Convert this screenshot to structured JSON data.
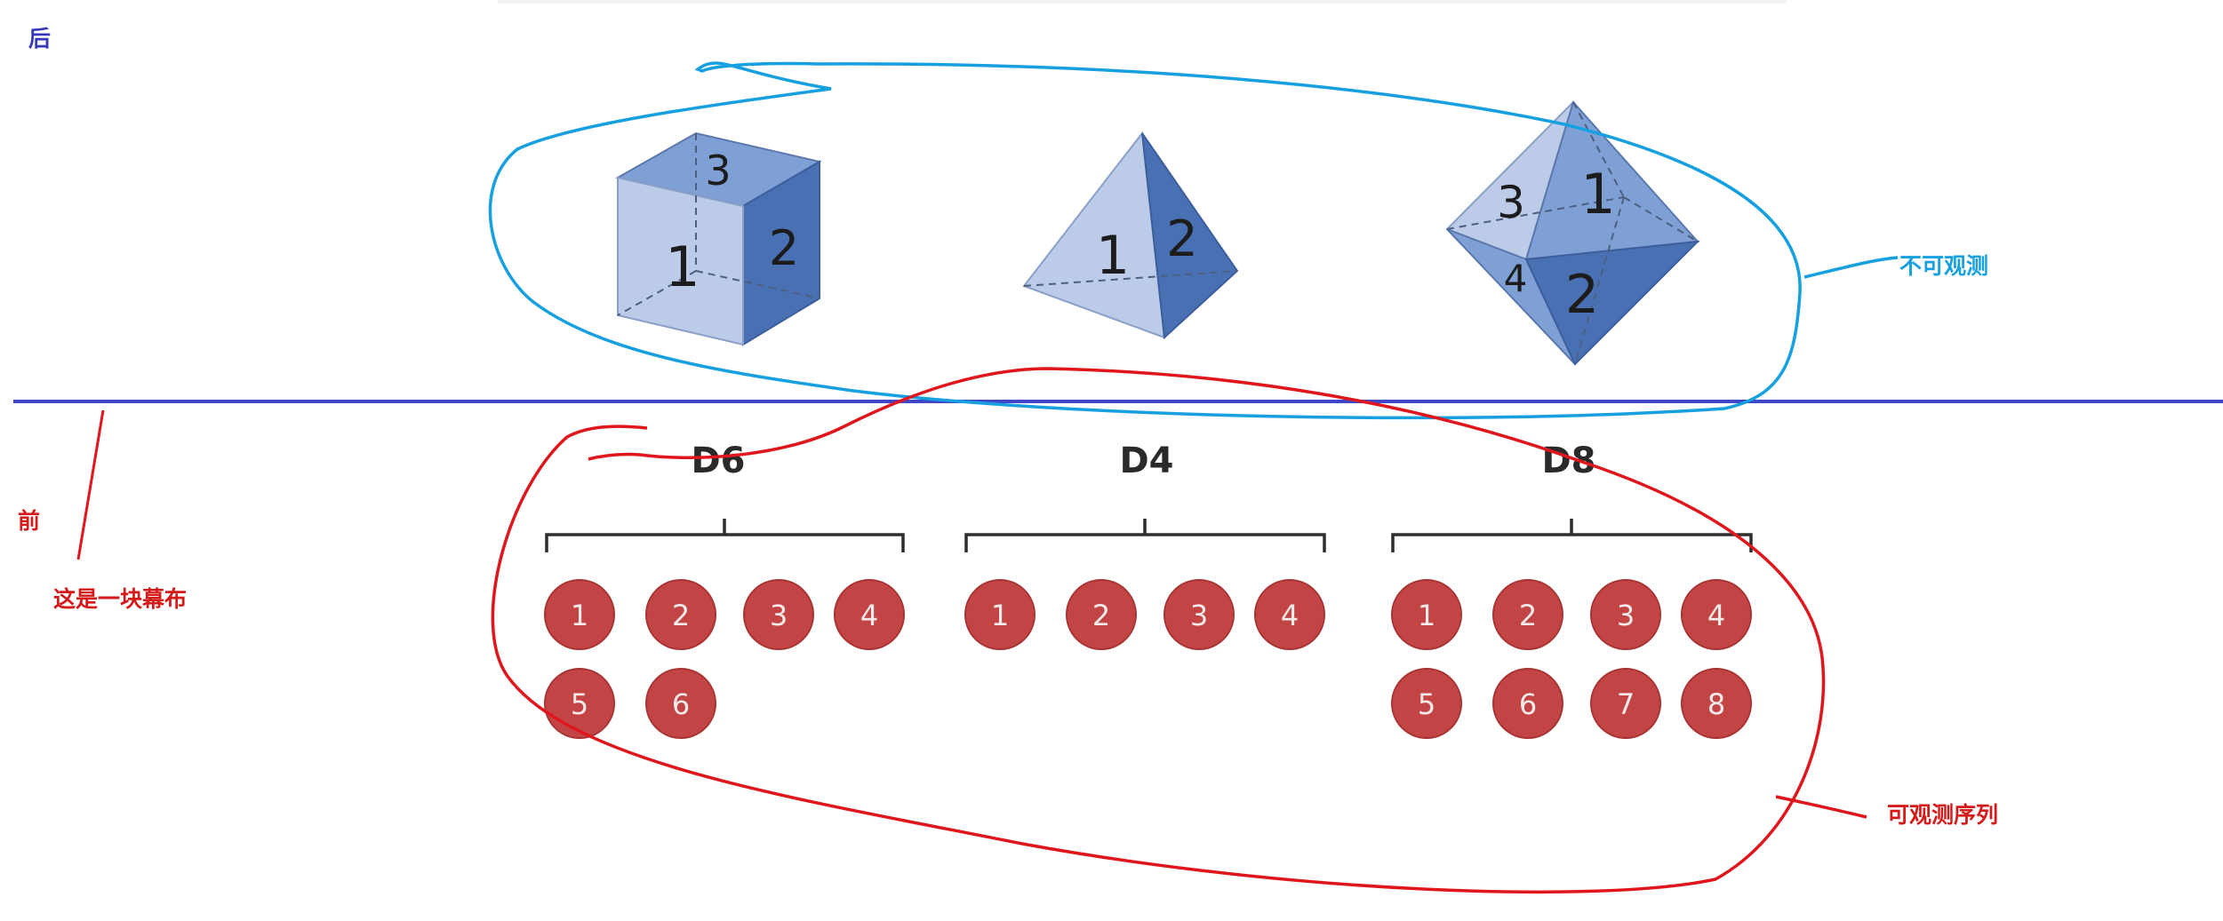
{
  "labels": {
    "back": "后",
    "front": "前",
    "screen_note": "这是一块幕布",
    "hidden": "不可观测",
    "observable": "可观测序列"
  },
  "dice": [
    {
      "name": "D6",
      "face_numbers": [
        "3",
        "1",
        "2"
      ],
      "outcomes": [
        "1",
        "2",
        "3",
        "4",
        "5",
        "6"
      ]
    },
    {
      "name": "D4",
      "face_numbers": [
        "1",
        "2"
      ],
      "outcomes": [
        "1",
        "2",
        "3",
        "4"
      ]
    },
    {
      "name": "D8",
      "face_numbers": [
        "3",
        "1",
        "4",
        "2"
      ],
      "outcomes": [
        "1",
        "2",
        "3",
        "4",
        "5",
        "6",
        "7",
        "8"
      ]
    }
  ],
  "colors": {
    "divider": "#3f46c8",
    "back_label": "#3539b8",
    "hidden_loop": "#17a0e0",
    "observable_loop": "#e0161d",
    "ball_fill": "#c24444",
    "die_dark": "#4a70b4",
    "die_mid": "#7fa0d4",
    "die_light": "#bccbe8"
  }
}
